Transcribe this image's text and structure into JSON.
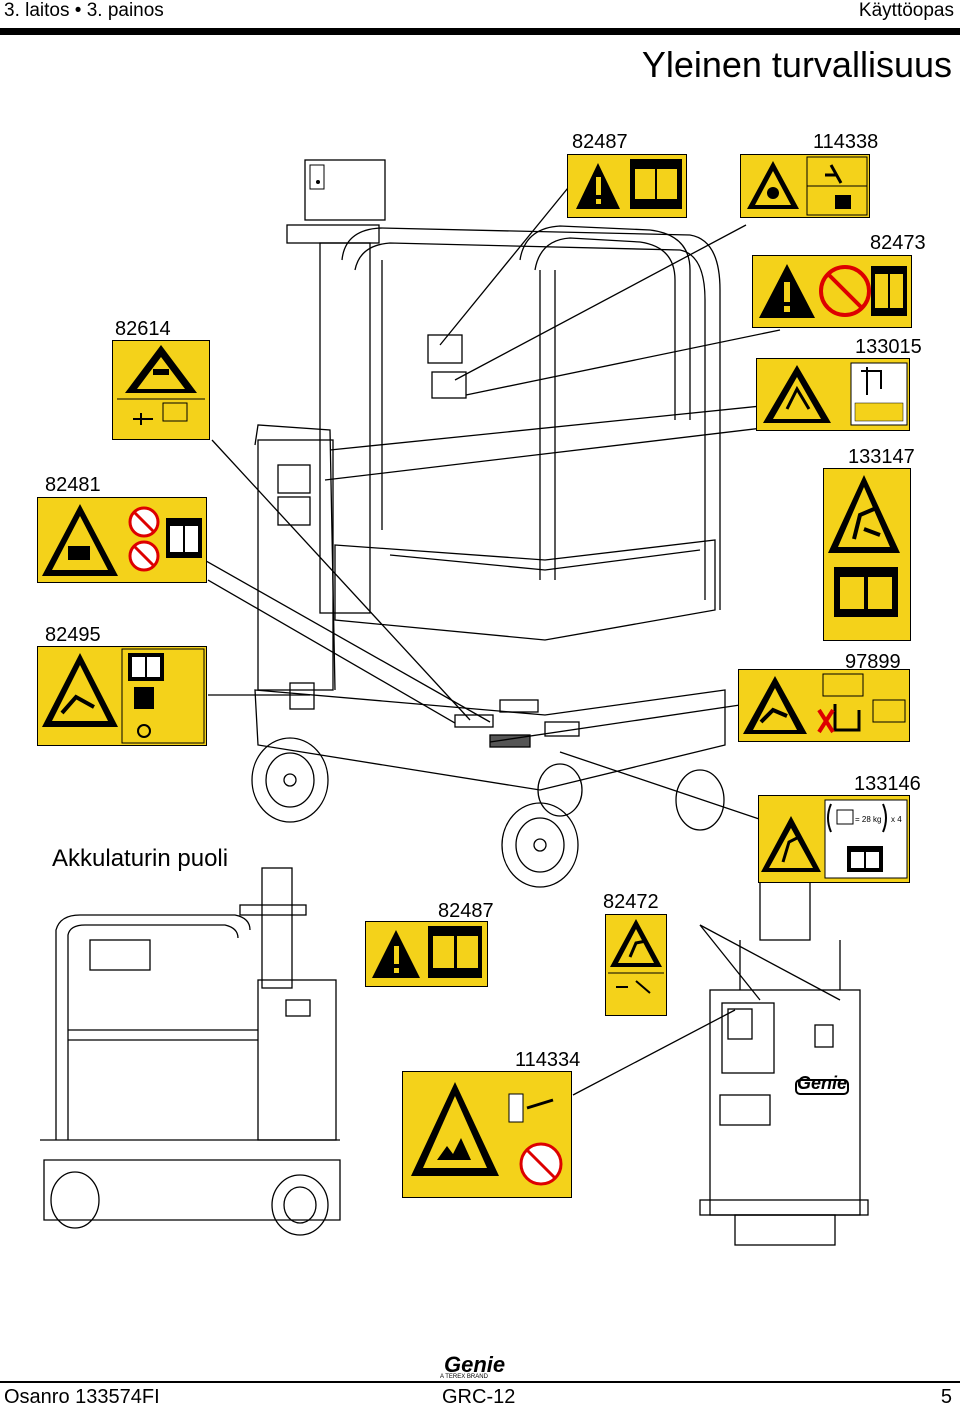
{
  "header": {
    "edition": "3. laitos • 3. painos",
    "manual": "Käyttöopas",
    "title": "Yleinen turvallisuus"
  },
  "decals": {
    "d82487_top": "82487",
    "d114338": "114338",
    "d82473": "82473",
    "d82614": "82614",
    "d133015": "133015",
    "d82481": "82481",
    "d133147": "133147",
    "d82495": "82495",
    "d97899": "97899",
    "d133146": "133146",
    "d82487_bottom": "82487",
    "d82472": "82472",
    "d114334": "114334"
  },
  "decal_text": {
    "weight": "= 28 kg",
    "times": "x 4"
  },
  "section": {
    "charger_side": "Akkulaturin puoli"
  },
  "footer": {
    "part_no": "Osanro 133574FI",
    "model": "GRC-12",
    "page": "5",
    "brand": "Genie",
    "brand_tag": "A TEREX BRAND"
  },
  "colors": {
    "decal_yellow": "#f4d21a",
    "line": "#000000"
  }
}
